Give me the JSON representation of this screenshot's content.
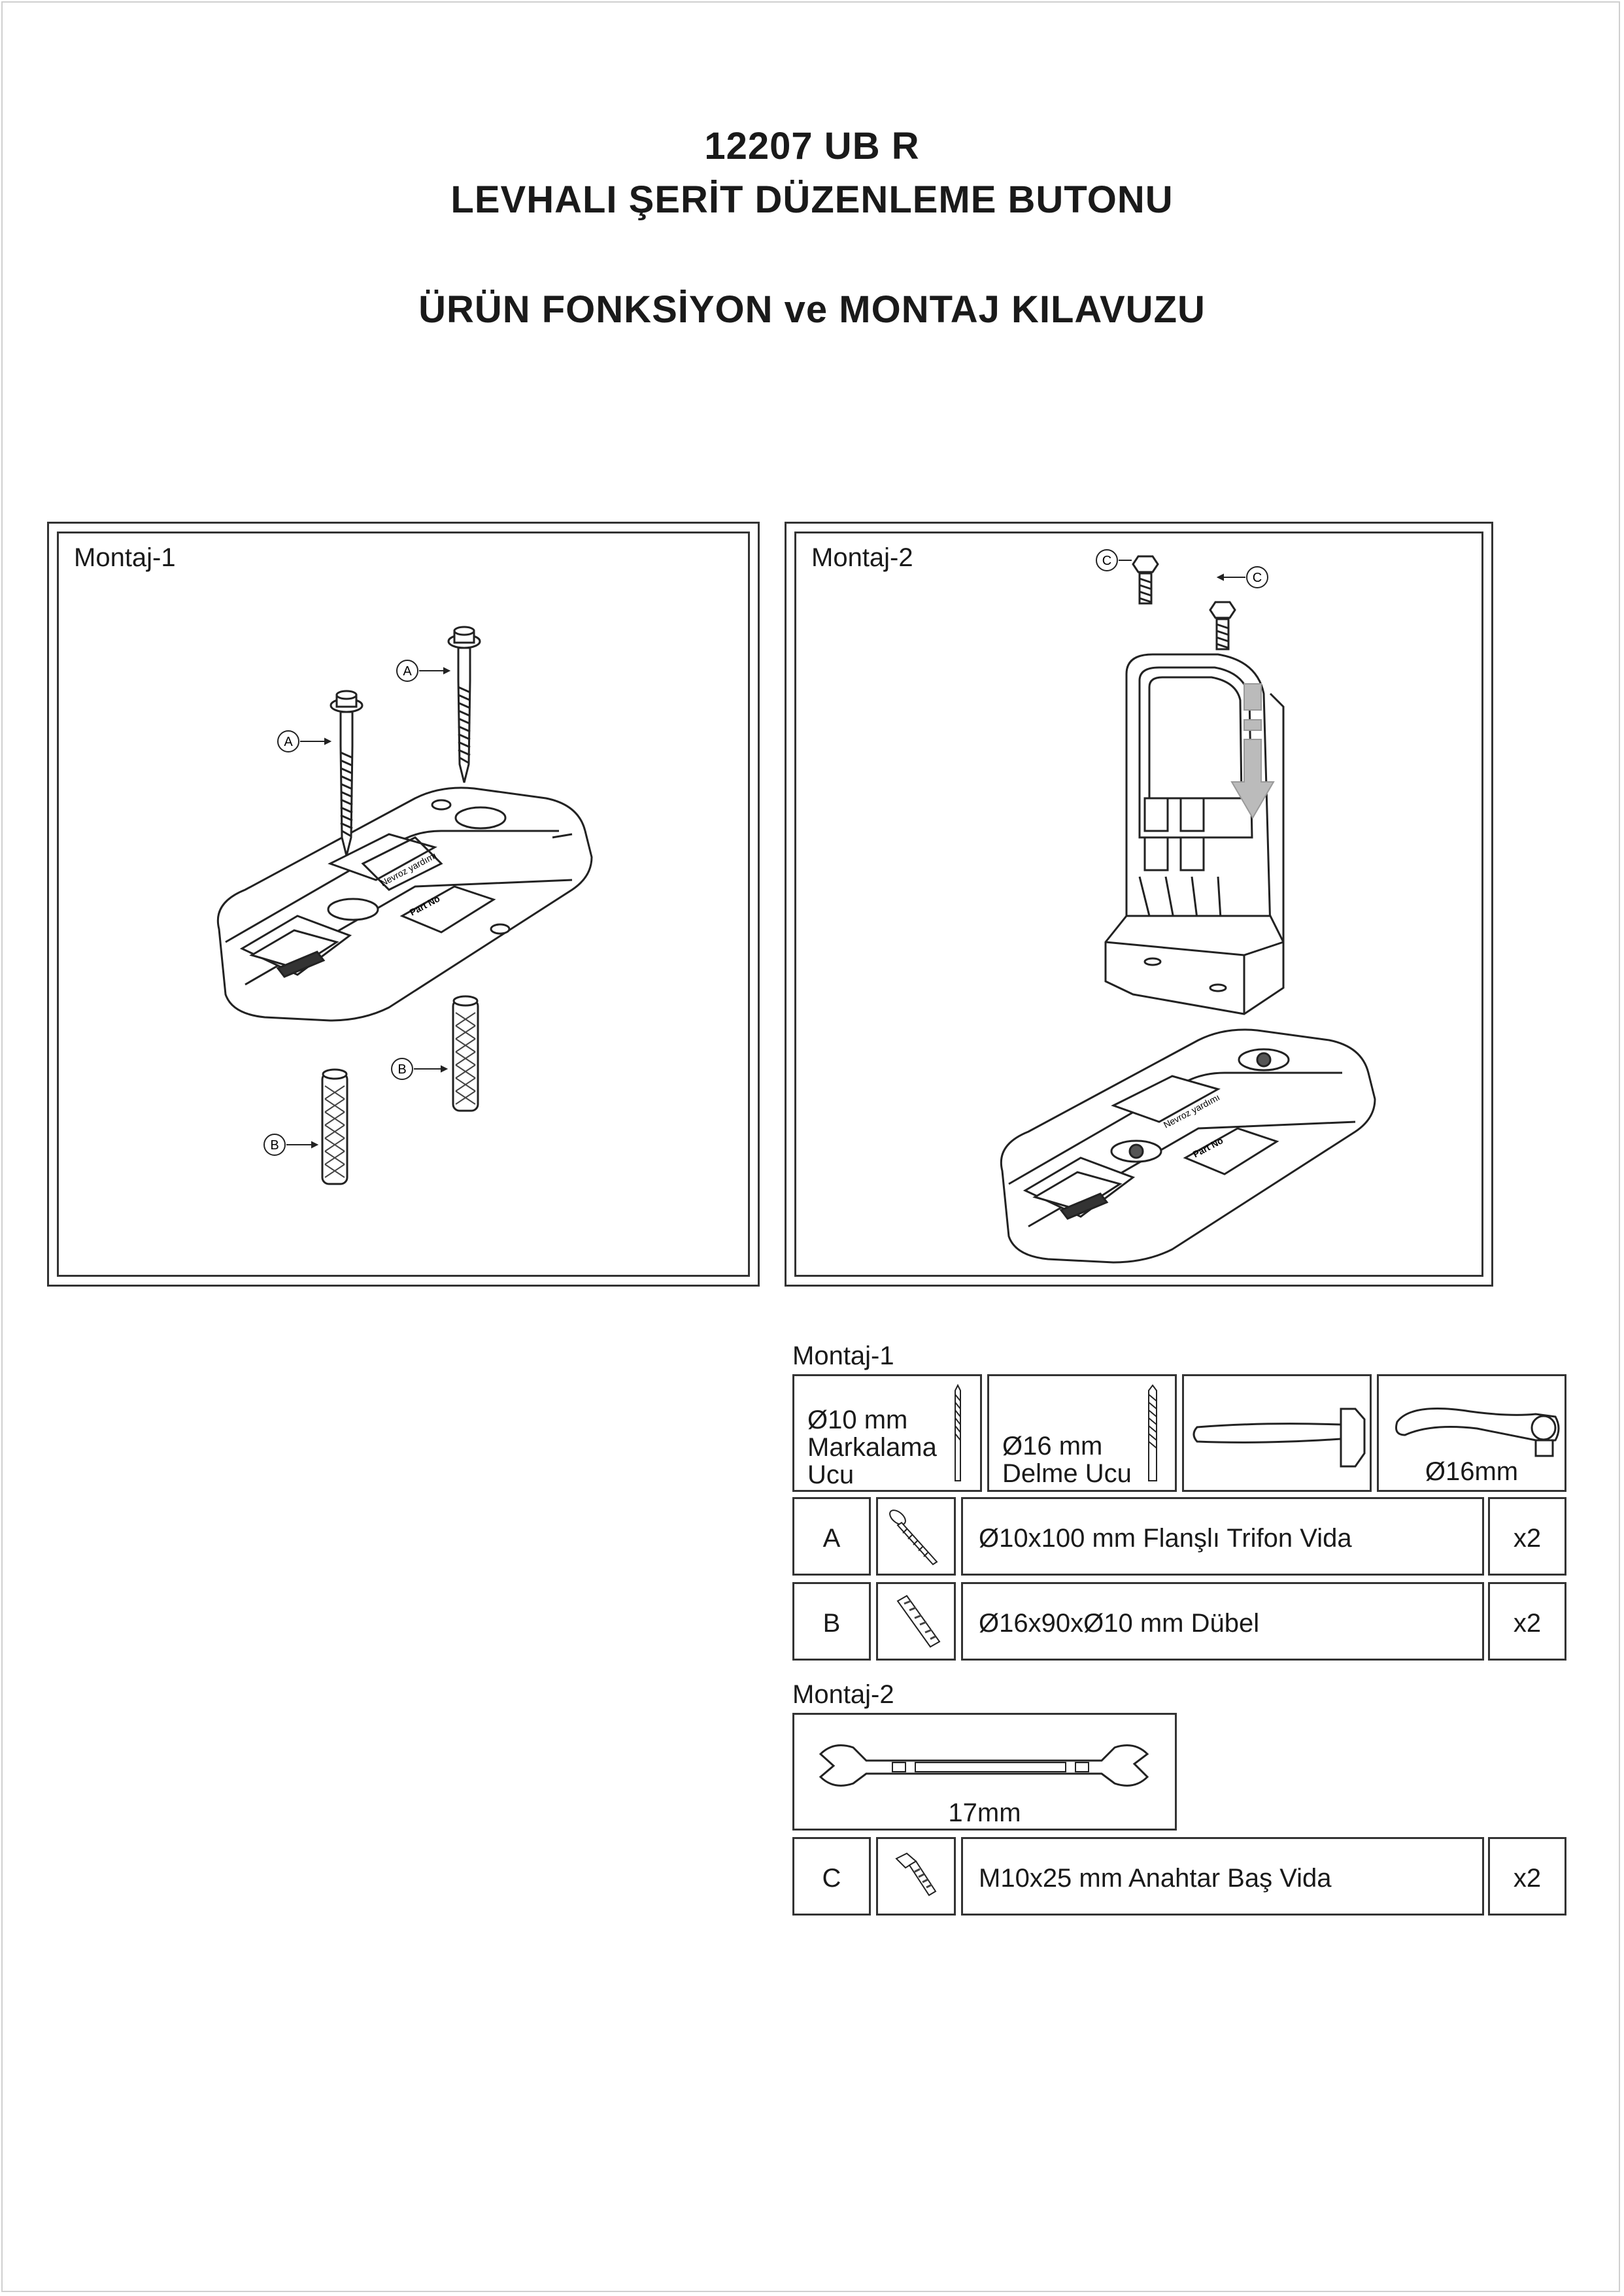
{
  "header": {
    "code": "12207 UB R",
    "product_name": "LEVHALI ŞERİT DÜZENLEME BUTONU",
    "guide_title": "ÜRÜN FONKSİYON ve MONTAJ KILAVUZU"
  },
  "panels": {
    "montaj1": {
      "label": "Montaj-1",
      "callout_a": "A",
      "callout_b": "B",
      "base_label_top": "Nevroz yardımı",
      "base_label_part": "Part No"
    },
    "montaj2": {
      "label": "Montaj-2",
      "callout_c": "C",
      "base_label_top": "Nevroz yardımı",
      "base_label_part": "Part No"
    }
  },
  "parts_list": {
    "montaj1": {
      "label": "Montaj-1",
      "tools": [
        {
          "icon": "drill-bit-icon",
          "lines": [
            "Ø10 mm",
            "Markalama",
            "Ucu"
          ]
        },
        {
          "icon": "drill-bit-icon",
          "lines": [
            "Ø16 mm",
            "Delme Ucu"
          ]
        },
        {
          "icon": "hammer-icon",
          "lines": []
        },
        {
          "icon": "ratchet-wrench-icon",
          "caption": "Ø16mm"
        }
      ],
      "parts": [
        {
          "code": "A",
          "icon": "flange-screw-icon",
          "description": "Ø10x100 mm Flanşlı Trifon Vida",
          "qty": "x2"
        },
        {
          "code": "B",
          "icon": "wall-plug-icon",
          "description": "Ø16x90xØ10 mm Dübel",
          "qty": "x2"
        }
      ]
    },
    "montaj2": {
      "label": "Montaj-2",
      "tool": {
        "icon": "open-end-wrench-icon",
        "caption": "17mm"
      },
      "parts": [
        {
          "code": "C",
          "icon": "hex-bolt-icon",
          "description": "M10x25 mm Anahtar Baş Vida",
          "qty": "x2"
        }
      ]
    }
  }
}
